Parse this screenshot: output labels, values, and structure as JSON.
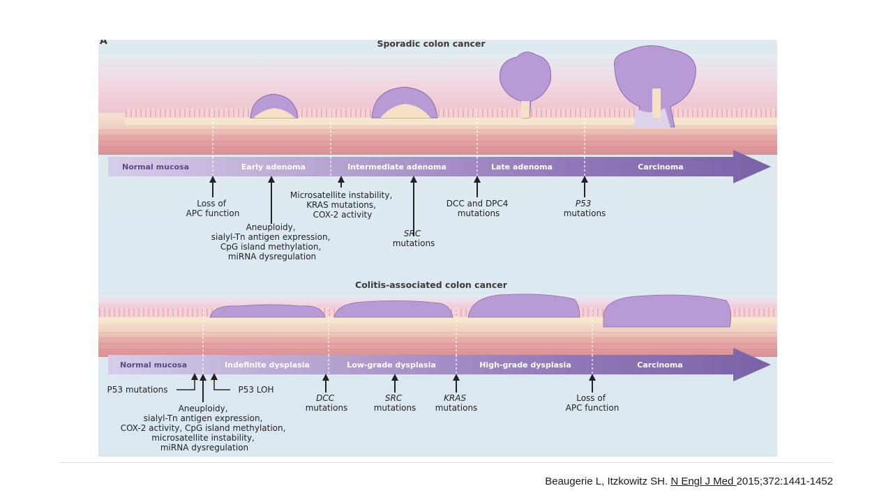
{
  "figure": {
    "panel_letter": "A",
    "sporadic": {
      "title": "Sporadic colon cancer",
      "stages": [
        "Normal mucosa",
        "Early adenoma",
        "Intermediate adenoma",
        "Late adenoma",
        "Carcinoma"
      ],
      "events": [
        {
          "lines": [
            "Loss of",
            "APC function"
          ]
        },
        {
          "lines": [
            "Aneuploidy,",
            "sialyl-Tn antigen expression,",
            "CpG island methylation,",
            "miRNA dysregulation"
          ]
        },
        {
          "lines": [
            "Microsatellite instability,",
            "KRAS mutations,",
            "COX-2 activity"
          ]
        },
        {
          "lines": [
            "SRC",
            "mutations"
          ]
        },
        {
          "lines": [
            "DCC and DPC4",
            "mutations"
          ]
        },
        {
          "lines": [
            "P53",
            "mutations"
          ]
        }
      ]
    },
    "colitis": {
      "title": "Colitis-associated colon cancer",
      "stages": [
        "Normal mucosa",
        "Indefinite dysplasia",
        "Low-grade dysplasia",
        "High-grade dysplasia",
        "Carcinoma"
      ],
      "events": [
        {
          "lines": [
            "P53 mutations"
          ]
        },
        {
          "lines": [
            "P53 LOH"
          ]
        },
        {
          "lines": [
            "Aneuploidy,",
            "sialyl-Tn antigen expression,",
            "COX-2 activity, CpG island methylation,",
            "microsatellite instability,",
            "miRNA dysregulation"
          ]
        },
        {
          "lines": [
            "DCC",
            "mutations"
          ]
        },
        {
          "lines": [
            "SRC",
            "mutations"
          ]
        },
        {
          "lines": [
            "KRAS",
            "mutations"
          ]
        },
        {
          "lines": [
            "Loss of",
            "APC function"
          ]
        }
      ]
    }
  },
  "citation": {
    "authors": "Beaugerie L, Itzkowitz SH. ",
    "journal": "N Engl J Med ",
    "ref": "2015;372:1441-1452"
  },
  "colors": {
    "panel_bg": "#dde9ef",
    "arrow_light": "#c5b9dc",
    "arrow_dark": "#7d63a8",
    "stage_text": "#ffffff",
    "polyp": "#a98fc9",
    "tissue": "#e8a8a8"
  }
}
